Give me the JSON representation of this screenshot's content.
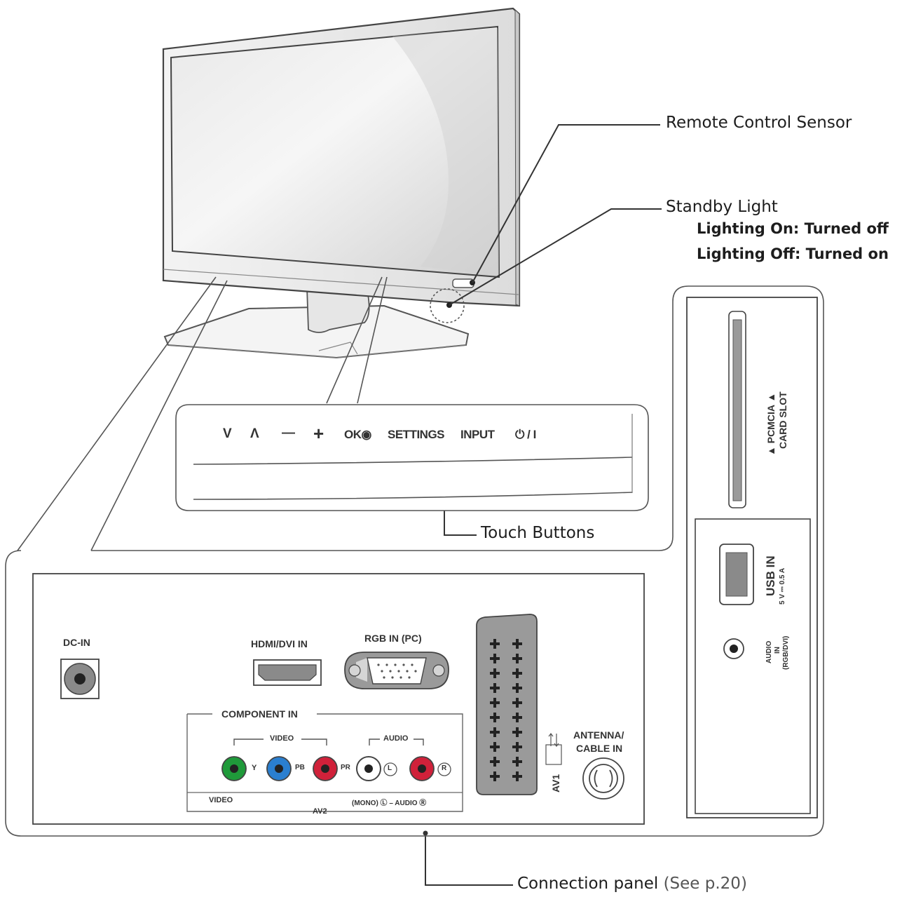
{
  "callouts": {
    "remote_sensor": "Remote Control Sensor",
    "standby_light": "Standby Light",
    "lighting_on": "Lighting On: Turned off",
    "lighting_off": "Lighting Off: Turned on",
    "touch_buttons": "Touch Buttons",
    "connection_panel": "Connection panel",
    "see_page": "(See p.20)"
  },
  "touch_buttons": {
    "down": "V",
    "up": "Λ",
    "minus": "—",
    "plus": "+",
    "ok": "OK◉",
    "settings": "SETTINGS",
    "input": "INPUT",
    "power": "⏻ / I"
  },
  "side_panel": {
    "pcmcia_line1": "▲ PCMCIA ▲",
    "pcmcia_line2": "CARD SLOT",
    "usb_line1": "USB IN",
    "usb_line2": "5 V ⎓ 0.5 A",
    "audio_line1": "AUDIO",
    "audio_line2": "IN",
    "audio_line3": "(RGB/DVI)"
  },
  "rear_panel": {
    "dc_in": "DC-IN",
    "hdmi": "HDMI/DVI IN",
    "rgb": "RGB IN (PC)",
    "component_in": "COMPONENT IN",
    "video_group": "VIDEO",
    "audio_group": "AUDIO",
    "y": "Y",
    "pb": "PB",
    "pr": "PR",
    "l": "L",
    "r": "R",
    "video_bottom": "VIDEO",
    "mono_audio": "(MONO) Ⓛ – AUDIO Ⓡ",
    "av2": "AV2",
    "av1": "AV1",
    "antenna_line1": "ANTENNA/",
    "antenna_line2": "CABLE IN"
  },
  "colors": {
    "component_y": "#1f9a3a",
    "component_pb": "#2a7fd0",
    "component_pr": "#d0213a",
    "audio_l": "#ffffff",
    "audio_r": "#d0213a",
    "indicator_dot": "#c0334a"
  }
}
